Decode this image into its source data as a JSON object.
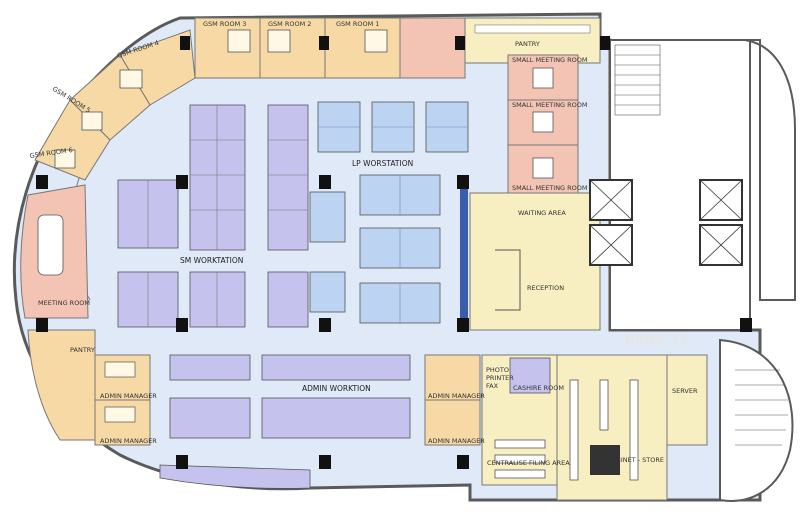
{
  "rooms": {
    "gsm1": "GSM ROOM 1",
    "gsm2": "GSM ROOM 2",
    "gsm3": "GSM ROOM 3",
    "gsm4": "GSM ROOM 4",
    "gsm5": "GSM ROOM 5",
    "gsm6": "GSM ROOM 6",
    "pantry_top": "PANTRY",
    "pantry_left": "PANTRY",
    "meeting_room": "MEETING ROOM",
    "small_meeting_1": "SMALL MEETING ROOM",
    "small_meeting_2": "SMALL MEETING ROOM",
    "small_meeting_3": "SMALL MEETING ROOM",
    "lp_workstation": "LP WORSTATION",
    "sm_workstation": "SM WORKTATION",
    "admin_workstation": "ADMIN WORKTION",
    "waiting_area": "WAITING AREA",
    "reception": "RECEPTION",
    "admin_manager_1": "ADMIN MANAGER",
    "admin_manager_2": "ADMIN MANAGER",
    "admin_manager_3": "ADMIN MANAGER",
    "admin_manager_4": "ADMIN MANAGER",
    "photo_printer_fax": "PHOTO\nPRINTER\nFAX",
    "cashier_room": "CASHIRE ROOM",
    "centralise_filing": "CENTRALISE FILING AREA",
    "locacabinet_store": "LOCACABINET - STORE",
    "server": "SERVER"
  },
  "watermark": "0909 21",
  "colors": {
    "corridor": "#dfe9f7",
    "orange_room": "#f7d9a6",
    "pink_room": "#f3c4b4",
    "purple_area": "#c5c2ee",
    "blue_area": "#bcd3f2",
    "yellow_area": "#f7eec1",
    "wall": "#5a5a5a",
    "column": "#111111"
  }
}
